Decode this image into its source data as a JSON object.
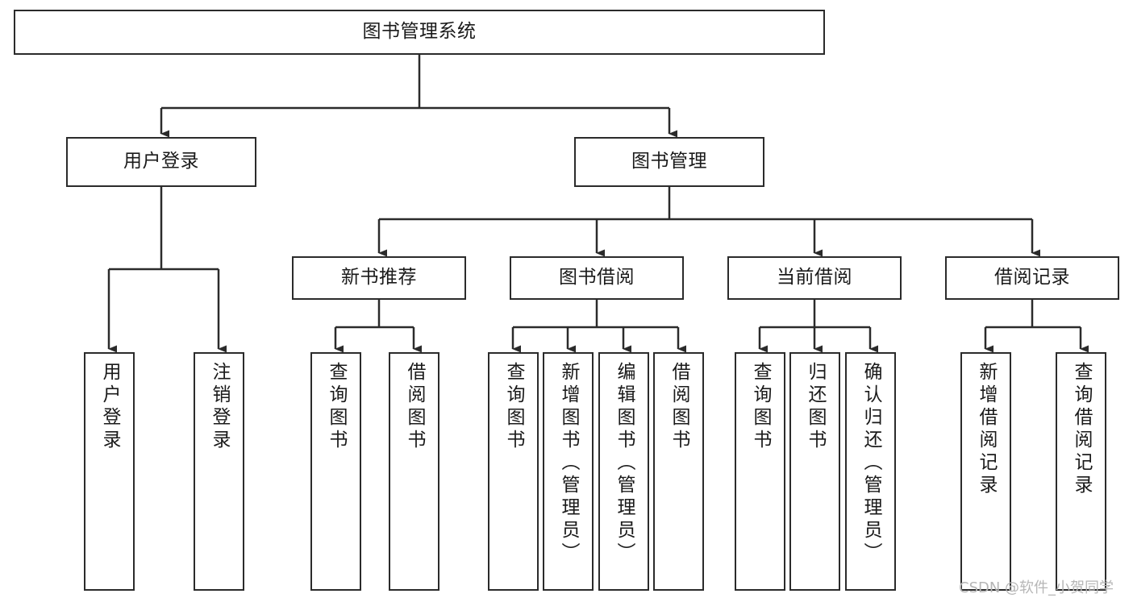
{
  "diagram": {
    "title": "图书管理系统",
    "type": "tree-hierarchy",
    "watermark": "CSDN @软件_小贺同学",
    "colors": {
      "background": "#ffffff",
      "node_border": "#2b2b2b",
      "node_fill": "#ffffff",
      "edge": "#2b2b2b",
      "text": "#1a1a1a",
      "watermark": "#b6b6b6"
    },
    "nodes": {
      "root": {
        "label": "图书管理系统",
        "orientation": "horizontal"
      },
      "level2": [
        {
          "label": "用户登录",
          "orientation": "horizontal"
        },
        {
          "label": "图书管理",
          "orientation": "horizontal"
        }
      ],
      "level3": [
        {
          "label": "新书推荐",
          "orientation": "horizontal"
        },
        {
          "label": "图书借阅",
          "orientation": "horizontal"
        },
        {
          "label": "当前借阅",
          "orientation": "horizontal"
        },
        {
          "label": "借阅记录",
          "orientation": "horizontal"
        }
      ],
      "leaves": {
        "user_login": [
          {
            "label": "用户登录",
            "orientation": "vertical"
          },
          {
            "label": "注销登录",
            "orientation": "vertical"
          }
        ],
        "new_book_recommend": [
          {
            "label": "查询图书",
            "orientation": "vertical"
          },
          {
            "label": "借阅图书",
            "orientation": "vertical"
          }
        ],
        "book_borrow": [
          {
            "label": "查询图书",
            "orientation": "vertical"
          },
          {
            "label": "新增图书（管理员）",
            "orientation": "vertical"
          },
          {
            "label": "编辑图书（管理员）",
            "orientation": "vertical"
          },
          {
            "label": "借阅图书",
            "orientation": "vertical"
          }
        ],
        "current_borrow": [
          {
            "label": "查询图书",
            "orientation": "vertical"
          },
          {
            "label": "归还图书",
            "orientation": "vertical"
          },
          {
            "label": "确认归还（管理员）",
            "orientation": "vertical"
          }
        ],
        "borrow_record": [
          {
            "label": "新增借阅记录",
            "orientation": "vertical"
          },
          {
            "label": "查询借阅记录",
            "orientation": "vertical"
          }
        ]
      }
    }
  }
}
